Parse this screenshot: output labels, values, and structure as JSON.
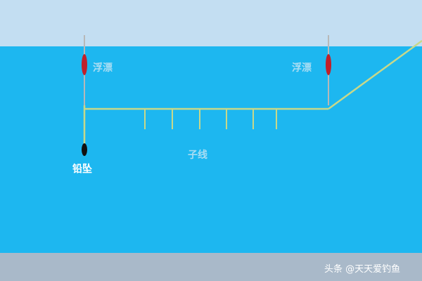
{
  "labels": {
    "float_left": "浮漂",
    "float_right": "浮漂",
    "sinker": "铅坠",
    "branch_line": "子线"
  },
  "watermark": "头条 @天天爱钓鱼",
  "colors": {
    "sky": "#c3def2",
    "water": "#1db7f0",
    "bottom": "#a9b9c9",
    "line": "#c8d88a",
    "float_red": "#c0202a",
    "float_stem": "#b8b8b8",
    "sinker": "#111111"
  }
}
